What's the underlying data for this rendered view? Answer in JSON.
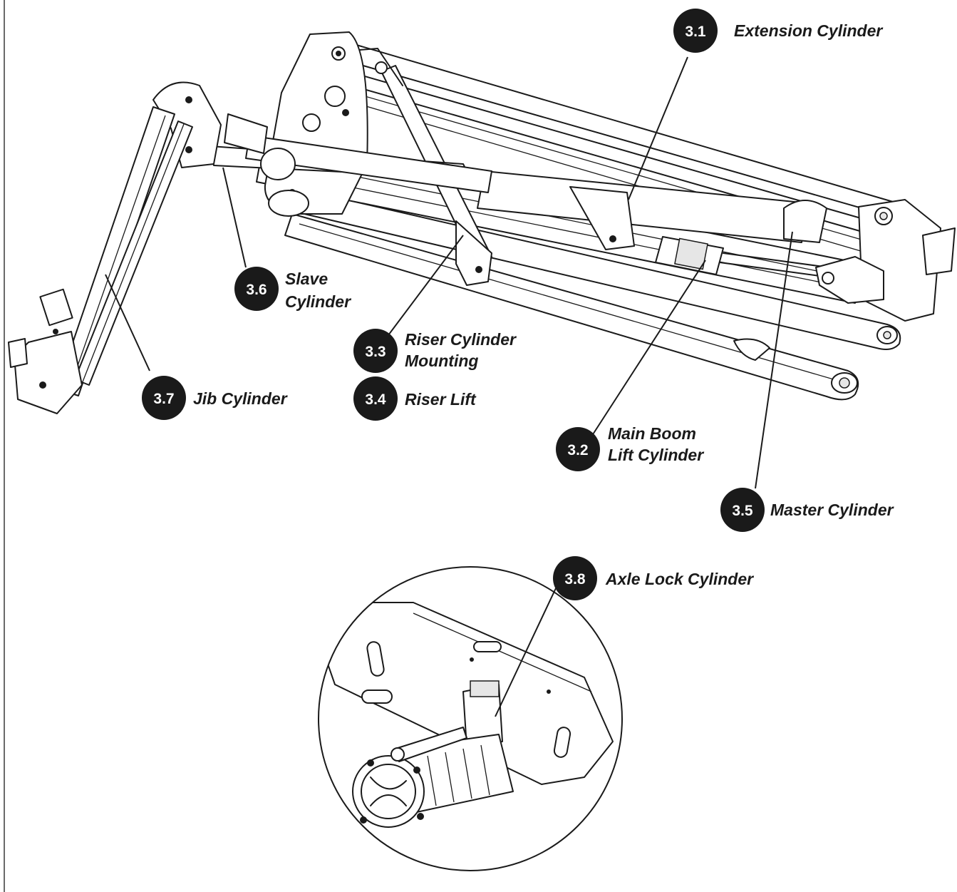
{
  "callouts": [
    {
      "id": "extension",
      "number": "3.1",
      "lines": [
        "Extension Cylinder"
      ]
    },
    {
      "id": "main-boom",
      "number": "3.2",
      "lines": [
        "Main Boom",
        "Lift Cylinder"
      ]
    },
    {
      "id": "riser-mount",
      "number": "3.3",
      "lines": [
        "Riser Cylinder",
        "Mounting"
      ]
    },
    {
      "id": "riser-lift",
      "number": "3.4",
      "lines": [
        "Riser Lift"
      ]
    },
    {
      "id": "master",
      "number": "3.5",
      "lines": [
        "Master Cylinder"
      ]
    },
    {
      "id": "slave",
      "number": "3.6",
      "lines": [
        "Slave",
        "Cylinder"
      ]
    },
    {
      "id": "jib",
      "number": "3.7",
      "lines": [
        "Jib Cylinder"
      ]
    },
    {
      "id": "axle-lock",
      "number": "3.8",
      "lines": [
        "Axle Lock Cylinder"
      ]
    }
  ]
}
